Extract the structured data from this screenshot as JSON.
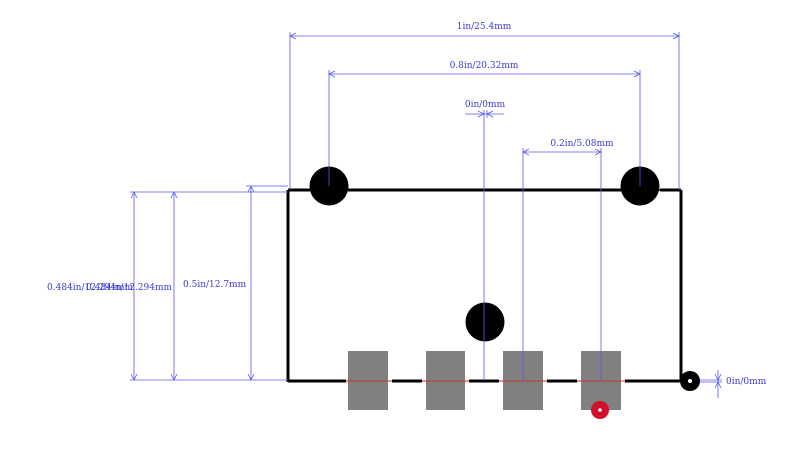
{
  "colors": {
    "dimension": "#5a5ae6",
    "outline": "#000000",
    "outline_red": "#c8322d",
    "pad": "#808080",
    "hole": "#000000",
    "pin1": "#d0102c",
    "background": "#ffffff"
  },
  "dimensions": {
    "overall_width": "1in/25.4mm",
    "hole_pitch": "0.8in/20.32mm",
    "center_offset": "0in/0mm",
    "pad_pitch": "0.2in/5.08mm",
    "height_outer": "0.484in/12.294mm",
    "height_outer_overlap": "0.484in/12.294mm",
    "height_inner": "0.5in/12.7mm",
    "right_offset": "0in/0mm"
  },
  "components": {
    "mounting_holes": 3,
    "smd_pads": 4,
    "pin1_marker": "red dot at pad 4"
  }
}
